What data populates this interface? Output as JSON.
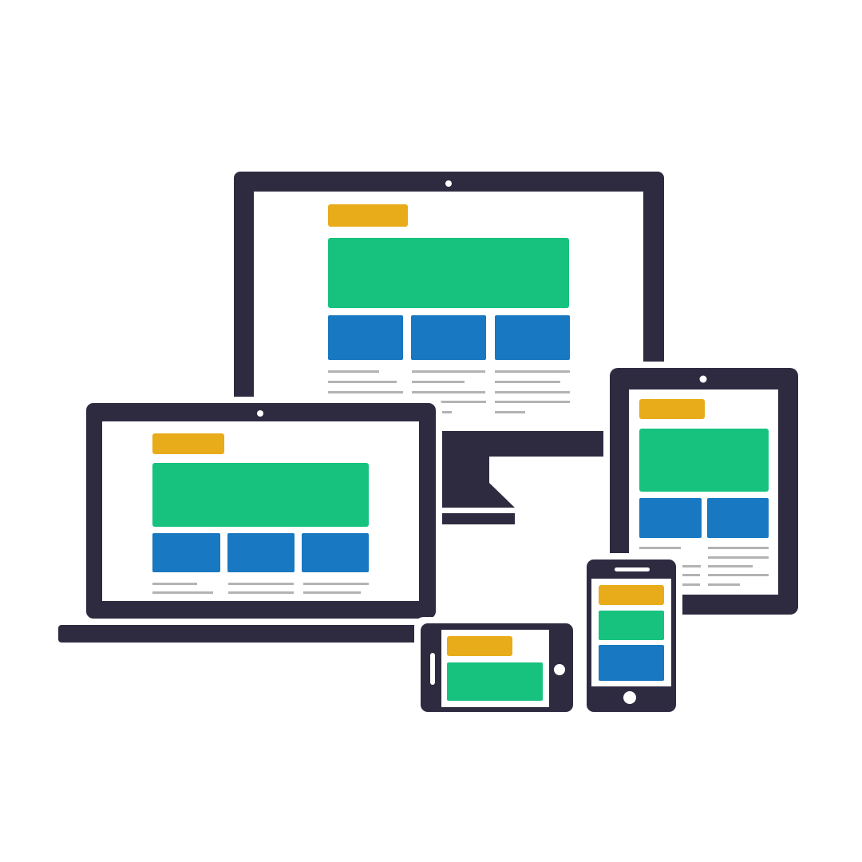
{
  "illustration": {
    "subject": "responsive-devices",
    "devices": [
      "monitor",
      "laptop",
      "tablet",
      "phone-landscape",
      "phone-portrait"
    ]
  },
  "colors": {
    "frame": "#2e2b41",
    "header_block": "#e8ab19",
    "hero_block": "#17c27f",
    "card_block": "#1878c1",
    "text_line": "#b3b3b3",
    "screen": "#ffffff"
  }
}
